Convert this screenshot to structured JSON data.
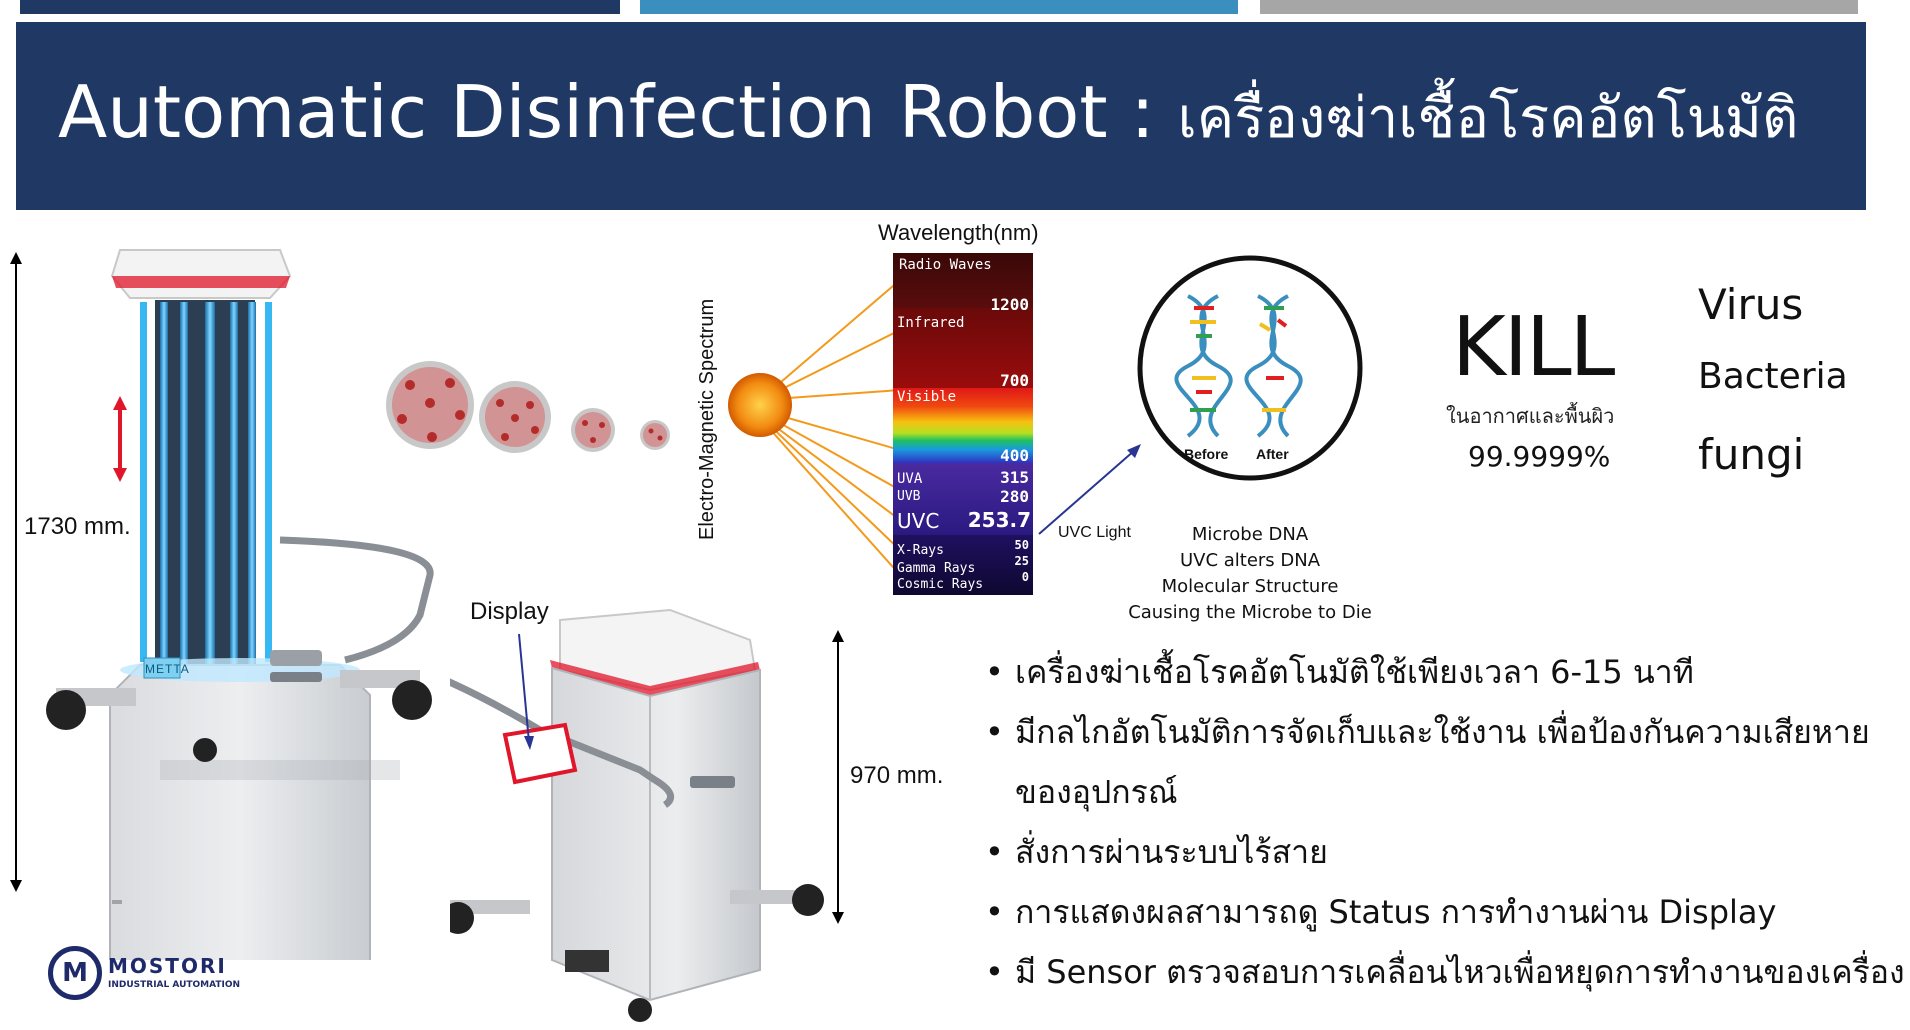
{
  "header": {
    "title_en": "Automatic Disinfection Robot :",
    "title_th": "เครื่องฆ่าเชื้อโรคอัตโนมัติ"
  },
  "colors": {
    "banner": "#1f3864",
    "top_bar_1": "#1f3864",
    "top_bar_2": "#3a8fbf",
    "top_bar_3": "#a6a6a6",
    "uv_light": "#38b8f2",
    "accent_red": "#e0162b"
  },
  "dimensions": {
    "tall": "1730 mm.",
    "short": "970 mm."
  },
  "robot": {
    "display_label": "Display",
    "brand_plate": "METTA"
  },
  "spectrum": {
    "vertical_label": "Electro-Magnetic Spectrum",
    "title": "Wavelength(nm)",
    "bands": {
      "radio": "Radio Waves",
      "infrared": "Infrared",
      "visible": "Visible",
      "uva": "UVA",
      "uvb": "UVB",
      "uvc": "UVC",
      "xrays": "X-Rays",
      "gamma": "Gamma Rays",
      "cosmic": "Cosmic Rays"
    },
    "values": {
      "v1200": "1200",
      "v700": "700",
      "v400": "400",
      "v315": "315",
      "v280": "280",
      "v253": "253.7",
      "v50": "50",
      "v25": "25",
      "v0": "0"
    },
    "uvc_light_label": "UVC Light"
  },
  "dna": {
    "before": "Before",
    "after": "After",
    "caption": [
      "Microbe DNA",
      "UVC alters DNA",
      "Molecular Structure",
      "Causing the Microbe to Die"
    ]
  },
  "kill": {
    "word": "KILL",
    "sub": "ในอากาศและพื้นผิว",
    "percent": "99.9999%"
  },
  "targets": [
    "Virus",
    "Bacteria",
    "fungi"
  ],
  "bullets": [
    "เครื่องฆ่าเชื้อโรคอัตโนมัติใช้เพียงเวลา 6-15 นาที",
    "มีกลไกอัตโนมัติการจัดเก็บและใช้งาน เพื่อป้องกันความเสียหาย",
    "ของอุปกรณ์",
    "สั่งการผ่านระบบไร้สาย",
    "การแสดงผลสามารถดู Status การทำงานผ่าน Display",
    "มี Sensor ตรวจสอบการเคลื่อนไหวเพื่อหยุดการทำงานของเครื่อง"
  ],
  "bullet_marker": "•",
  "logo": {
    "name": "MOSTORI",
    "tagline": "INDUSTRIAL AUTOMATION",
    "letter": "M"
  }
}
